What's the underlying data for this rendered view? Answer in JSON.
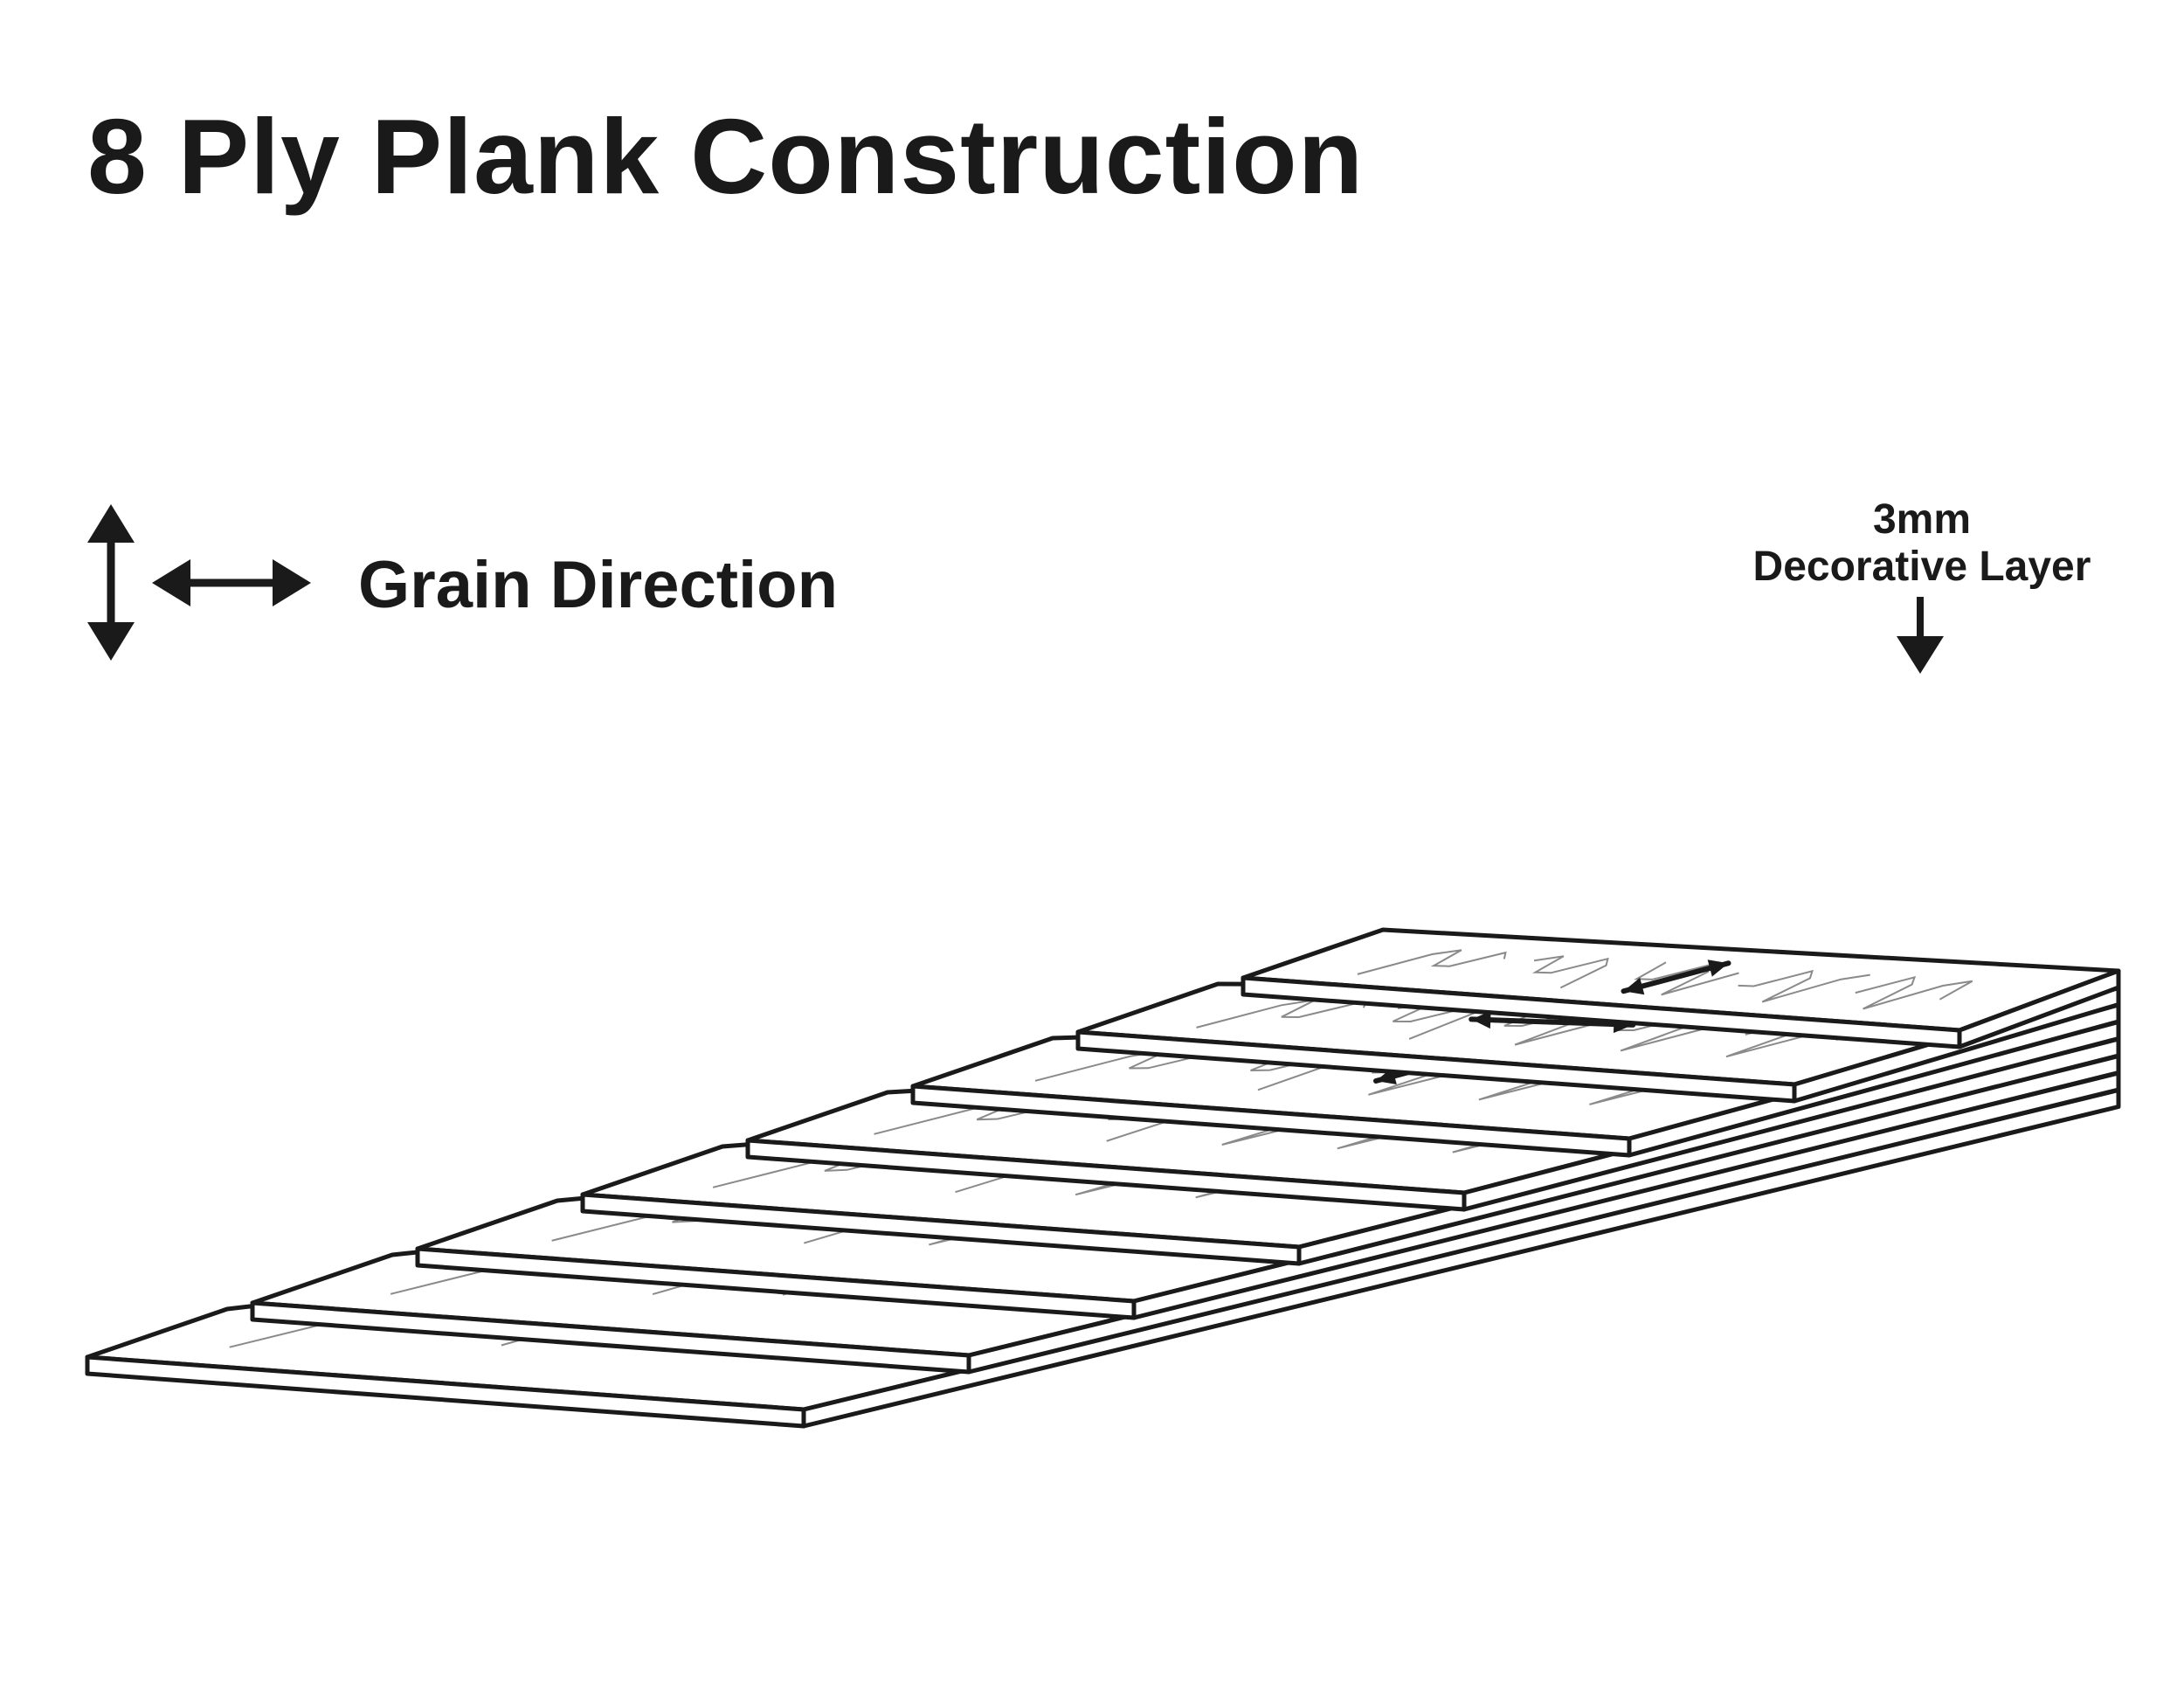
{
  "title": "8 Ply Plank Construction",
  "legend": {
    "label": "Grain Direction",
    "icons": [
      "vertical-double-arrow-icon",
      "horizontal-double-arrow-icon"
    ]
  },
  "callout": {
    "line1": "3mm",
    "line2": "Decorative Layer",
    "icon": "down-arrow-icon"
  },
  "plank": {
    "ply_count": 8,
    "ply_grain": [
      "horizontal",
      "vertical",
      "horizontal",
      "vertical",
      "horizontal",
      "vertical",
      "horizontal",
      "vertical"
    ]
  },
  "colors": {
    "ink": "#1a1a1a",
    "face": "#ffffff",
    "grain": "#8a8a8a"
  }
}
